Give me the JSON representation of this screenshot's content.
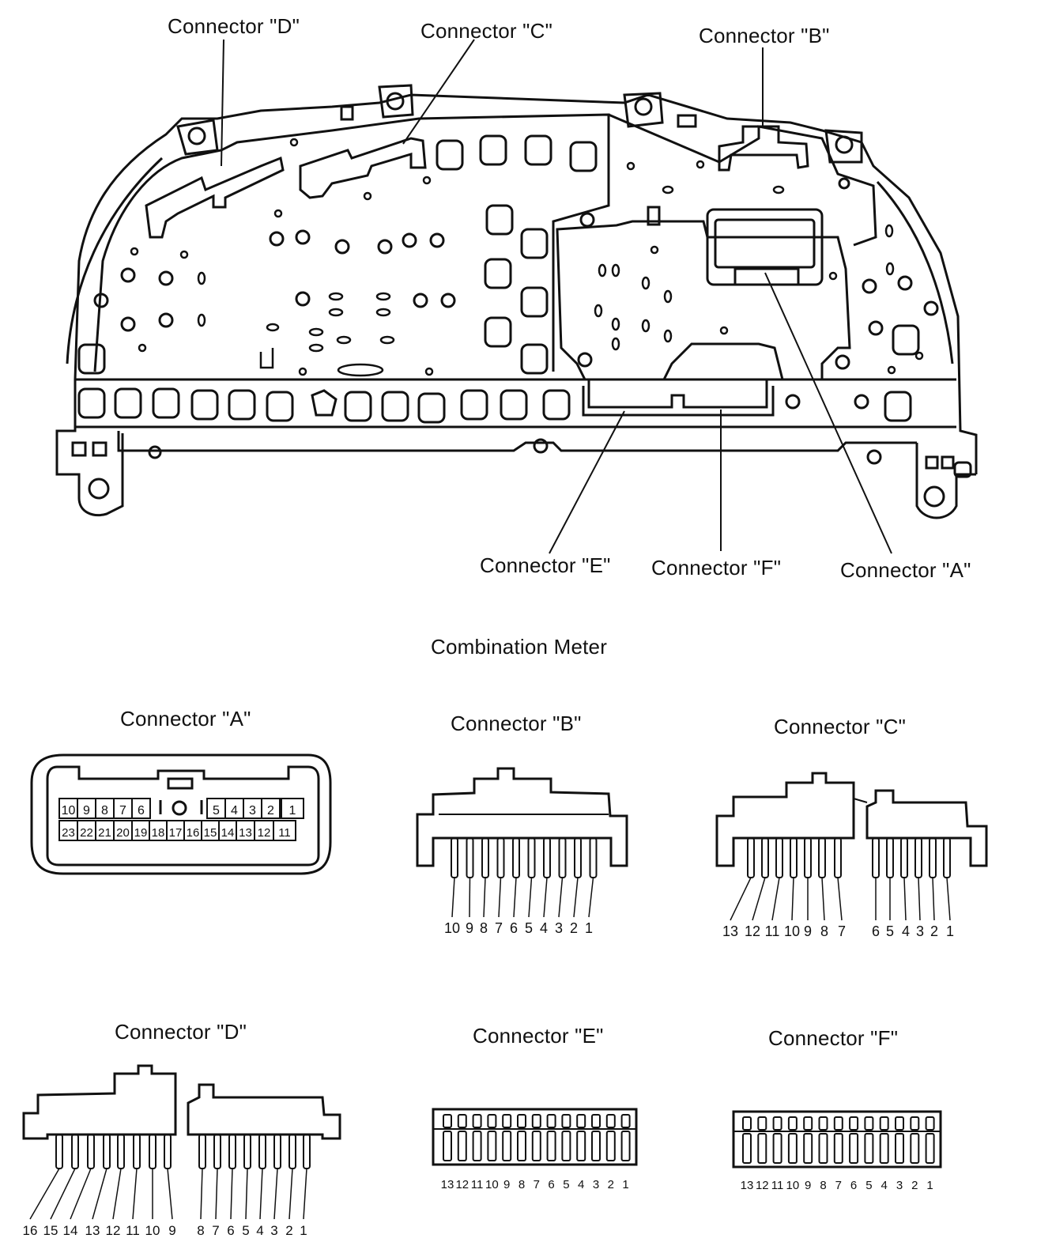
{
  "top_labels": {
    "connector_d": "Connector \"D\"",
    "connector_c": "Connector \"C\"",
    "connector_b": "Connector \"B\"",
    "connector_e": "Connector \"E\"",
    "connector_f": "Connector \"F\"",
    "connector_a": "Connector \"A\""
  },
  "caption": "Combination Meter",
  "connectors": {
    "a": {
      "title": "Connector \"A\"",
      "top_row": [
        "10",
        "9",
        "8",
        "7",
        "6",
        "5",
        "4",
        "3",
        "2",
        "1"
      ],
      "bottom_row": [
        "23",
        "22",
        "21",
        "20",
        "19",
        "18",
        "17",
        "16",
        "15",
        "14",
        "13",
        "12",
        "11"
      ]
    },
    "b": {
      "title": "Connector \"B\"",
      "pins": [
        "10",
        "9",
        "8",
        "7",
        "6",
        "5",
        "4",
        "3",
        "2",
        "1"
      ]
    },
    "c": {
      "title": "Connector \"C\"",
      "pins": [
        "13",
        "12",
        "11",
        "10",
        "9",
        "8",
        "7",
        "6",
        "5",
        "4",
        "3",
        "2",
        "1"
      ]
    },
    "d": {
      "title": "Connector \"D\"",
      "pins": [
        "16",
        "15",
        "14",
        "13",
        "12",
        "11",
        "10",
        "9",
        "8",
        "7",
        "6",
        "5",
        "4",
        "3",
        "2",
        "1"
      ]
    },
    "e": {
      "title": "Connector \"E\"",
      "pins": [
        "13",
        "12",
        "11",
        "10",
        "9",
        "8",
        "7",
        "6",
        "5",
        "4",
        "3",
        "2",
        "1"
      ]
    },
    "f": {
      "title": "Connector \"F\"",
      "pins": [
        "13",
        "12",
        "11",
        "10",
        "9",
        "8",
        "7",
        "6",
        "5",
        "4",
        "3",
        "2",
        "1"
      ]
    }
  }
}
